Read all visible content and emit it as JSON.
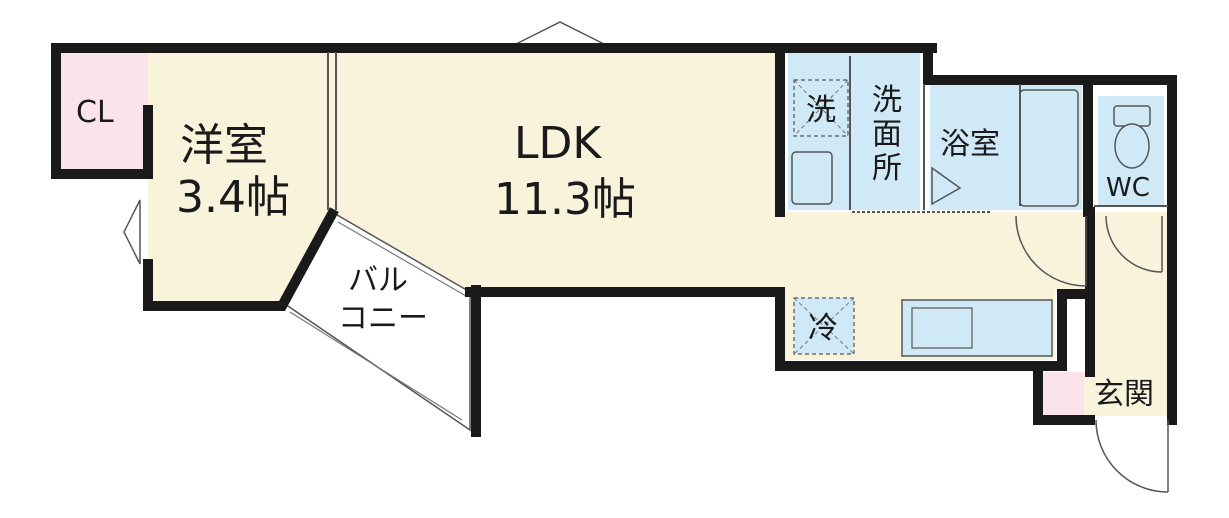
{
  "rooms": {
    "closet": "CL",
    "western_room_name": "洋室",
    "western_room_size": "3.4帖",
    "ldk_name": "LDK",
    "ldk_size": "11.3帖",
    "balcony_line1": "バル",
    "balcony_line2": "コニー",
    "washer_mark": "洗",
    "washroom_line1": "洗",
    "washroom_line2": "面",
    "washroom_line3": "所",
    "bathroom": "浴室",
    "toilet": "WC",
    "fridge_mark": "冷",
    "entrance": "玄関"
  },
  "colors": {
    "wall": "#1a1a1a",
    "floor": "#faf3dc",
    "closet_pink": "#fbe3ec",
    "wet_area_blue": "#cfeaf6",
    "balcony": "#ffffff"
  }
}
